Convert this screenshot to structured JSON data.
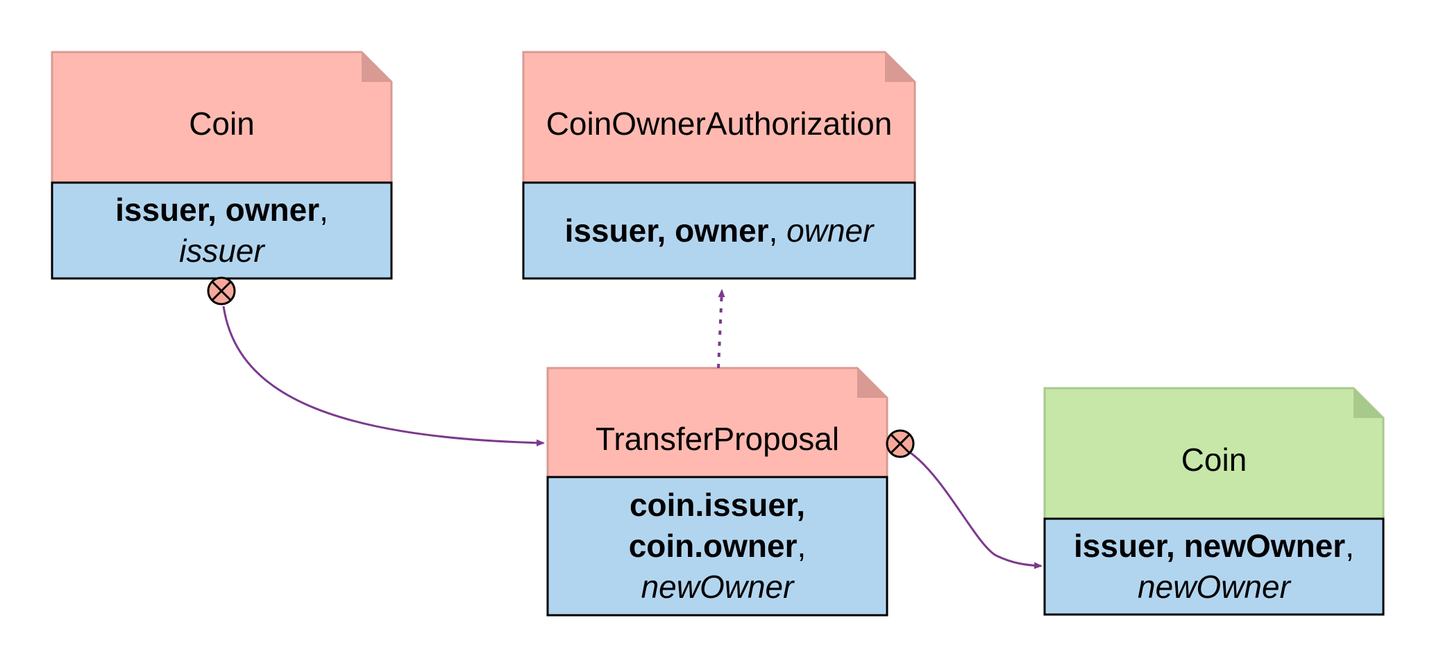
{
  "colors": {
    "contract_header": "#ffb9b0",
    "contract_header_fold": "#d89a92",
    "created_header": "#c6e7a8",
    "created_header_fold": "#a8c98c",
    "body": "#b2d5ef",
    "edge": "#7b3a8e",
    "consume_marker": "#f6a99a"
  },
  "nodes": [
    {
      "id": "coin-consumed",
      "title": "Coin",
      "kind": "consumed",
      "parties": [
        [
          {
            "text": "issuer, owner",
            "style": "b"
          },
          {
            "text": ",",
            "style": ""
          }
        ],
        [
          {
            "text": "issuer",
            "style": "i"
          }
        ]
      ]
    },
    {
      "id": "coin-owner-authorization",
      "title": "CoinOwnerAuthorization",
      "kind": "referenced",
      "parties": [
        [
          {
            "text": "issuer, owner",
            "style": "b"
          },
          {
            "text": ", ",
            "style": ""
          },
          {
            "text": "owner",
            "style": "i"
          }
        ]
      ]
    },
    {
      "id": "transfer-proposal",
      "title": "TransferProposal",
      "kind": "consumed",
      "parties": [
        [
          {
            "text": "coin.issuer,",
            "style": "b"
          }
        ],
        [
          {
            "text": "coin.owner",
            "style": "b"
          },
          {
            "text": ",",
            "style": ""
          }
        ],
        [
          {
            "text": "newOwner",
            "style": "i"
          }
        ]
      ]
    },
    {
      "id": "coin-created",
      "title": "Coin",
      "kind": "created",
      "parties": [
        [
          {
            "text": "issuer, newOwner",
            "style": "b"
          },
          {
            "text": ",",
            "style": ""
          }
        ],
        [
          {
            "text": "newOwner",
            "style": "i"
          }
        ]
      ]
    }
  ],
  "edges": [
    {
      "from": "coin-consumed",
      "to": "transfer-proposal",
      "type": "consume"
    },
    {
      "from": "transfer-proposal",
      "to": "coin-owner-authorization",
      "type": "fetch"
    },
    {
      "from": "transfer-proposal",
      "to": "coin-created",
      "type": "consume"
    }
  ]
}
